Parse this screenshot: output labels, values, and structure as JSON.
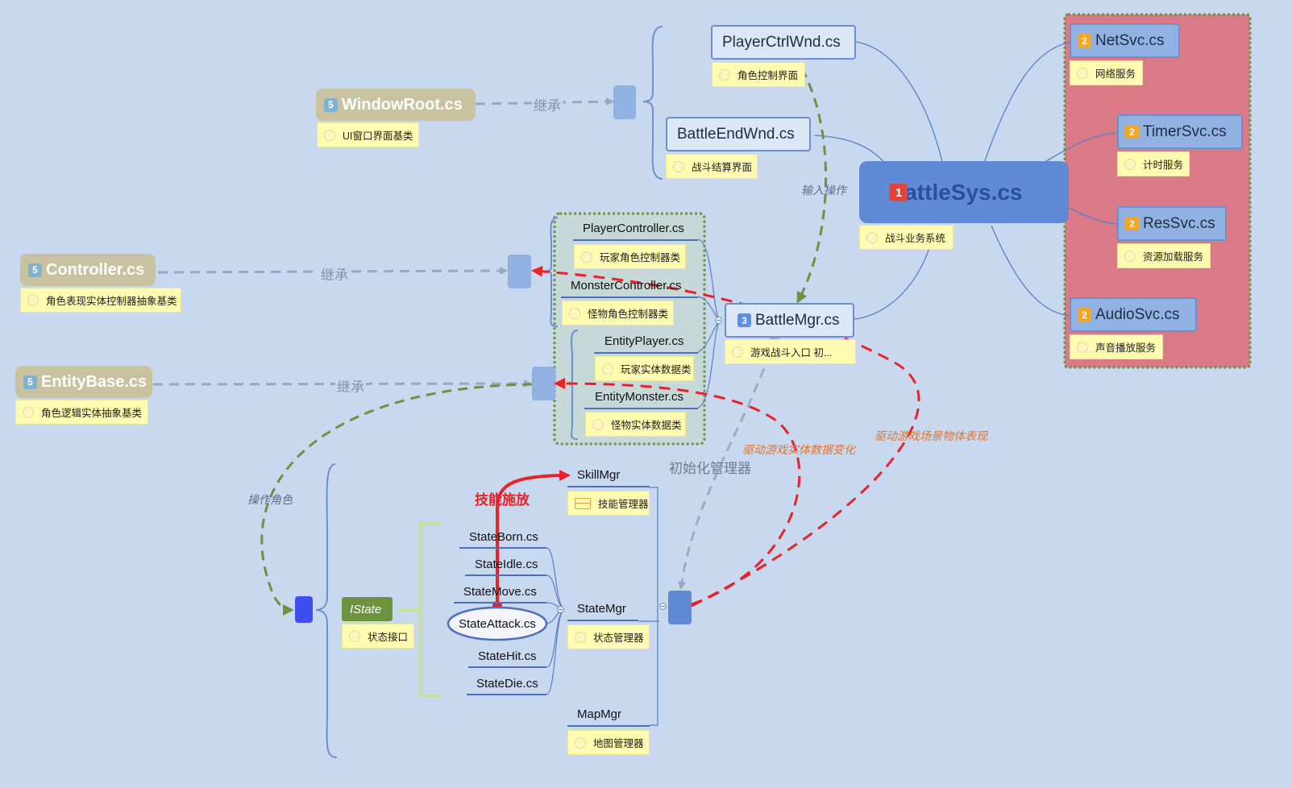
{
  "central": {
    "badge": "1",
    "title": "BattleSys.cs",
    "note": "战斗业务系统"
  },
  "services": [
    {
      "badge": "2",
      "title": "NetSvc.cs",
      "note": "网络服务"
    },
    {
      "badge": "2",
      "title": "TimerSvc.cs",
      "note": "计时服务"
    },
    {
      "badge": "2",
      "title": "ResSvc.cs",
      "note": "资源加载服务"
    },
    {
      "badge": "2",
      "title": "AudioSvc.cs",
      "note": "声音播放服务"
    }
  ],
  "windows": [
    {
      "title": "PlayerCtrlWnd.cs",
      "note": "角色控制界面"
    },
    {
      "title": "BattleEndWnd.cs",
      "note": "战斗结算界面"
    }
  ],
  "battle_mgr": {
    "badge": "3",
    "title": "BattleMgr.cs",
    "note": "游戏战斗入口 初..."
  },
  "base_classes": [
    {
      "badge": "5",
      "title": "WindowRoot.cs",
      "note": "UI窗口界面基类"
    },
    {
      "badge": "5",
      "title": "Controller.cs",
      "note": "角色表现实体控制器抽象基类"
    },
    {
      "badge": "5",
      "title": "EntityBase.cs",
      "note": "角色逻辑实体抽象基类"
    }
  ],
  "controllers": [
    {
      "title": "PlayerController.cs",
      "note": "玩家角色控制器类"
    },
    {
      "title": "MonsterController.cs",
      "note": "怪物角色控制器类"
    }
  ],
  "entities": [
    {
      "title": "EntityPlayer.cs",
      "note": "玩家实体数据类"
    },
    {
      "title": "EntityMonster.cs",
      "note": "怪物实体数据类"
    }
  ],
  "managers": [
    {
      "title": "SkillMgr",
      "note": "技能管理器"
    },
    {
      "title": "StateMgr",
      "note": "状态管理器"
    },
    {
      "title": "MapMgr",
      "note": "地图管理器"
    }
  ],
  "istate": {
    "title": "IState",
    "note": "状态接口"
  },
  "states": [
    "StateBorn.cs",
    "StateIdle.cs",
    "StateMove.cs",
    "StateAttack.cs",
    "StateHit.cs",
    "StateDie.cs"
  ],
  "labels": {
    "inherit": "继承",
    "input_op": "输入操作",
    "init_mgr": "初始化管理器",
    "drive_entity": "驱动游戏实体数据变化",
    "drive_scene": "驱动游戏场景物体表现",
    "operate_role": "操作角色",
    "skill_cast": "技能施放"
  },
  "colors": {
    "background": "#c8d8ee",
    "central": "#5f8ad6",
    "service_panel": "#d97a86",
    "note": "#fffbb0",
    "green_arrow": "#6e9340",
    "red_arrow": "#e8222a",
    "gray_arrow": "#a0aac8"
  }
}
